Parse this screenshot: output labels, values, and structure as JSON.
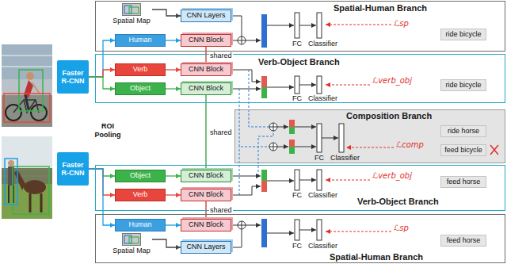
{
  "diagram": {
    "nodes": [
      {
        "text": [
          "Faster R-CNN"
        ]
      },
      {
        "text": [
          "Faster R-CNN"
        ]
      },
      {
        "text": [
          "Spatial-Human Branch"
        ]
      },
      {
        "text": [
          "Spatial Map"
        ],
        "in": 2
      },
      {
        "text": [
          "Human"
        ],
        "in": 2
      },
      {
        "text": [
          "CNN Layers"
        ],
        "in": 2
      },
      {
        "text": [
          "CNN Block"
        ],
        "in": 2
      },
      {
        "text": [
          "ride bicycle"
        ],
        "in": 2
      },
      {
        "text": [
          "Verb-Object Branch"
        ]
      },
      {
        "text": [
          "Verb"
        ],
        "in": 8
      },
      {
        "text": [
          "Object"
        ],
        "in": 8
      },
      {
        "text": [
          "CNN Block"
        ],
        "in": 8
      },
      {
        "text": [
          "CNN Block"
        ],
        "in": 8
      },
      {
        "text": [
          "ride bicycle"
        ],
        "in": 8
      },
      {
        "text": [
          "Composition Branch"
        ]
      },
      {
        "text": [
          "ride horse"
        ],
        "in": 14
      },
      {
        "text": [
          "feed bicycle"
        ],
        "in": 14
      },
      {
        "text": [
          "Verb-Object Branch"
        ]
      },
      {
        "text": [
          "Object"
        ],
        "in": 17
      },
      {
        "text": [
          "Verb"
        ],
        "in": 17
      },
      {
        "text": [
          "CNN Block"
        ],
        "in": 17
      },
      {
        "text": [
          "CNN Block"
        ],
        "in": 17
      },
      {
        "text": [
          "feed horse"
        ],
        "in": 17
      },
      {
        "text": [
          "Spatial-Human Branch"
        ]
      },
      {
        "text": [
          "Human"
        ],
        "in": 23
      },
      {
        "text": [
          "Spatial Map"
        ],
        "in": 23
      },
      {
        "text": [
          "CNN Block"
        ],
        "in": 23
      },
      {
        "text": [
          "CNN Layers"
        ],
        "in": 23
      },
      {
        "text": [
          "feed horse"
        ],
        "in": 23
      }
    ],
    "edges": [
      {
        "from": 0,
        "to": 4,
        "arrow": "to"
      },
      {
        "from": 0,
        "to": 9,
        "arrow": "to"
      },
      {
        "from": 0,
        "to": 10,
        "arrow": "to"
      },
      {
        "from": 3,
        "to": 5,
        "arrow": "to"
      },
      {
        "from": 4,
        "to": 6,
        "arrow": "to"
      },
      {
        "from": 9,
        "to": 11,
        "arrow": "to"
      },
      {
        "from": 10,
        "to": 12,
        "arrow": "to"
      },
      {
        "from": 6,
        "to": 11,
        "arrow": "none",
        "label": "shared"
      },
      {
        "from": 12,
        "to": 20,
        "arrow": "none",
        "label": "shared"
      },
      {
        "from": 1,
        "to": 18,
        "arrow": "to"
      },
      {
        "from": 1,
        "to": 19,
        "arrow": "to"
      },
      {
        "from": 1,
        "to": 24,
        "arrow": "to"
      },
      {
        "from": 18,
        "to": 20,
        "arrow": "to"
      },
      {
        "from": 19,
        "to": 21,
        "arrow": "to"
      },
      {
        "from": 21,
        "to": 26,
        "arrow": "none",
        "label": "shared"
      },
      {
        "from": 24,
        "to": 26,
        "arrow": "to"
      },
      {
        "from": 25,
        "to": 27,
        "arrow": "to"
      }
    ],
    "labels": [
      "ROI Pooling",
      "FC",
      "Classifier",
      "ℒsp",
      "FC",
      "Classifier",
      "ℒverb_obj",
      "FC",
      "Classifier",
      "ℒcomp",
      "FC",
      "Classifier",
      "ℒverb_obj",
      "FC",
      "Classifier",
      "ℒsp"
    ]
  }
}
